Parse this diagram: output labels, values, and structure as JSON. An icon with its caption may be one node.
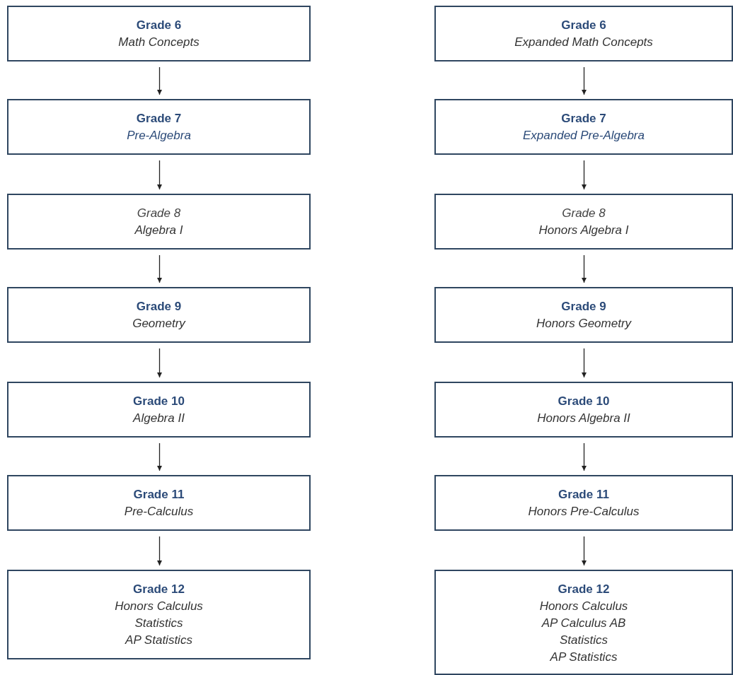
{
  "diagram": {
    "nodes": [
      {
        "text": [
          "Grade 6",
          "Math Concepts"
        ]
      },
      {
        "text": [
          "Grade 7",
          "Pre-Algebra"
        ]
      },
      {
        "text": [
          "Grade 8",
          "Algebra I"
        ]
      },
      {
        "text": [
          "Grade 9",
          "Geometry"
        ]
      },
      {
        "text": [
          "Grade 10",
          "Algebra II"
        ]
      },
      {
        "text": [
          "Grade 11",
          "Pre-Calculus"
        ]
      },
      {
        "text": [
          "Grade 12",
          "Honors Calculus",
          "Statistics",
          "AP Statistics"
        ]
      },
      {
        "text": [
          "Grade 6",
          "Expanded Math Concepts"
        ]
      },
      {
        "text": [
          "Grade 7",
          "Expanded Pre-Algebra"
        ]
      },
      {
        "text": [
          "Grade 8",
          "Honors Algebra I"
        ]
      },
      {
        "text": [
          "Grade 9",
          "Honors Geometry"
        ]
      },
      {
        "text": [
          "Grade 10",
          "Honors Algebra II"
        ]
      },
      {
        "text": [
          "Grade 11",
          "Honors Pre-Calculus"
        ]
      },
      {
        "text": [
          "Grade 12",
          "Honors Calculus",
          "AP Calculus AB",
          "Statistics",
          "AP Statistics"
        ]
      }
    ],
    "edges": [
      {
        "from": 0,
        "to": 1,
        "arrow": "to"
      },
      {
        "from": 1,
        "to": 2,
        "arrow": "to"
      },
      {
        "from": 2,
        "to": 3,
        "arrow": "to"
      },
      {
        "from": 3,
        "to": 4,
        "arrow": "to"
      },
      {
        "from": 4,
        "to": 5,
        "arrow": "to"
      },
      {
        "from": 5,
        "to": 6,
        "arrow": "to"
      },
      {
        "from": 7,
        "to": 8,
        "arrow": "to"
      },
      {
        "from": 8,
        "to": 9,
        "arrow": "to"
      },
      {
        "from": 9,
        "to": 10,
        "arrow": "to"
      },
      {
        "from": 10,
        "to": 11,
        "arrow": "to"
      },
      {
        "from": 11,
        "to": 12,
        "arrow": "to"
      },
      {
        "from": 12,
        "to": 13,
        "arrow": "to"
      }
    ]
  }
}
